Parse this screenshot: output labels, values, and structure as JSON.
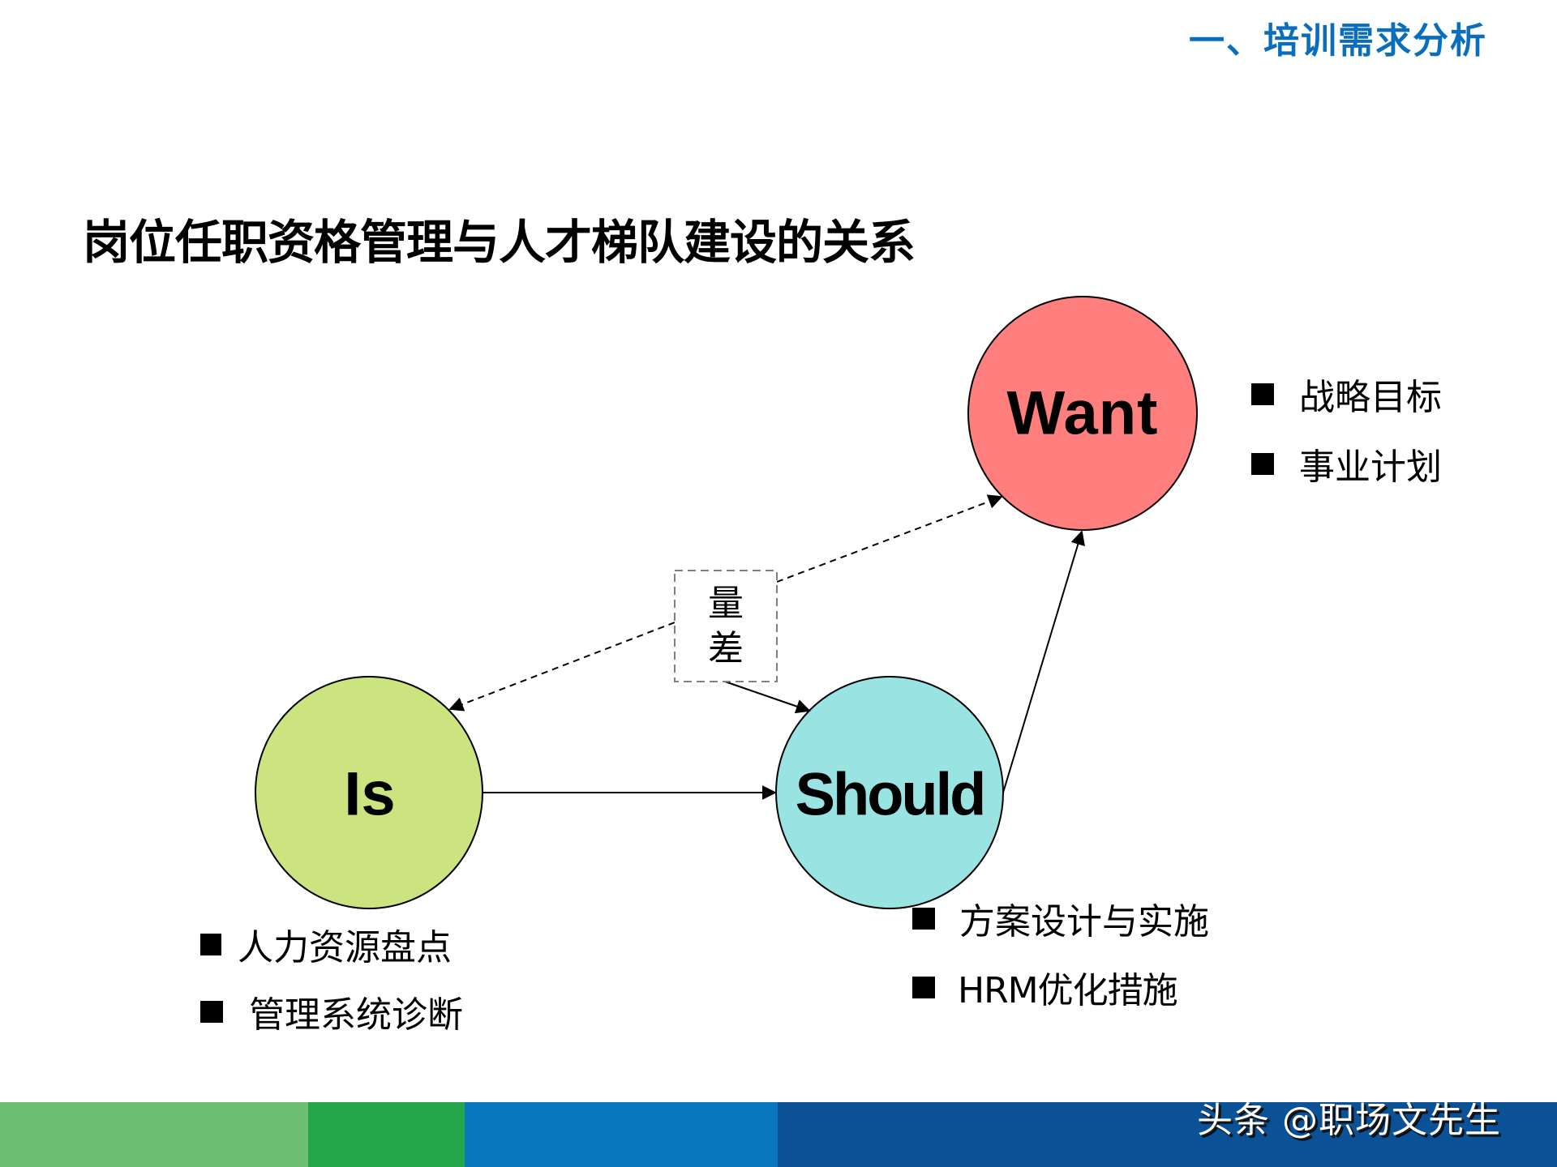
{
  "header": {
    "section_title": "一、培训需求分析",
    "color": "#0A6EBD"
  },
  "page": {
    "title": "岗位任职资格管理与人才梯队建设的关系"
  },
  "diagram": {
    "nodes": {
      "want": {
        "label": "Want",
        "fill": "#FF7F7F"
      },
      "is": {
        "label": "Is",
        "fill": "#CCE480"
      },
      "should": {
        "label": "Should",
        "fill": "#99E3E3"
      }
    },
    "gap_box": {
      "chars": [
        "量",
        "差"
      ],
      "label": "量差"
    },
    "want_bullets": [
      "战略目标",
      "事业计划"
    ],
    "is_bullets": [
      "人力资源盘点",
      "管理系统诊断"
    ],
    "should_bullets": [
      "方案设计与实施",
      "HRM优化措施"
    ]
  },
  "footer": {
    "band_colors": [
      "#6DBF73",
      "#25A54A",
      "#0877BE",
      "#0A5195"
    ],
    "watermark": "头条 @职场文先生"
  }
}
